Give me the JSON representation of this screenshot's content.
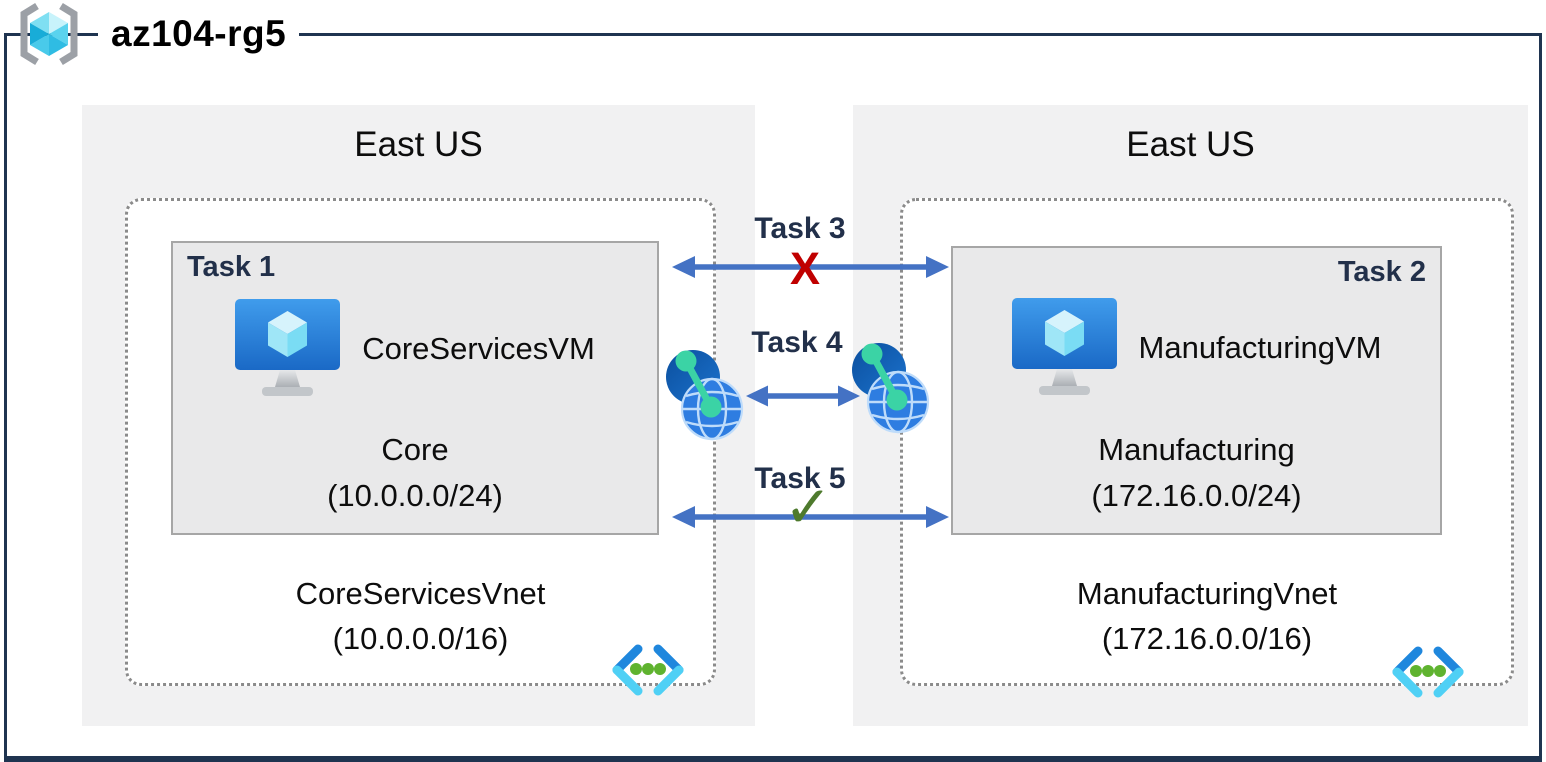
{
  "title": "az104-rg5",
  "regions": [
    {
      "location": "East US",
      "task_label": "Task 1",
      "vm_name": "CoreServicesVM",
      "subnet_name": "Core",
      "subnet_cidr": "(10.0.0.0/24)",
      "vnet_name": "CoreServicesVnet",
      "vnet_cidr": "(10.0.0.0/16)"
    },
    {
      "location": "East US",
      "task_label": "Task 2",
      "vm_name": "ManufacturingVM",
      "subnet_name": "Manufacturing",
      "subnet_cidr": "(172.16.0.0/24)",
      "vnet_name": "ManufacturingVnet",
      "vnet_cidr": "(172.16.0.0/16)"
    }
  ],
  "connections": {
    "task3": {
      "label": "Task 3",
      "marker": "X",
      "status": "blocked"
    },
    "task4": {
      "label": "Task 4",
      "status": "peering"
    },
    "task5": {
      "label": "Task 5",
      "marker": "✓",
      "status": "allowed"
    }
  },
  "icons": {
    "resource_group": "brackets-cube",
    "virtual_machine": "monitor-cube",
    "virtual_network": "angle-brackets-dots",
    "peering": "globe-link"
  },
  "colors": {
    "frame": "#1F3450",
    "arrow": "#4472C4",
    "blocked_x": "#C00000",
    "allowed_check": "#4E7A2D",
    "task_text": "#22304A",
    "region_fill": "#F1F1F2",
    "subnet_fill": "#E9E9EA"
  }
}
